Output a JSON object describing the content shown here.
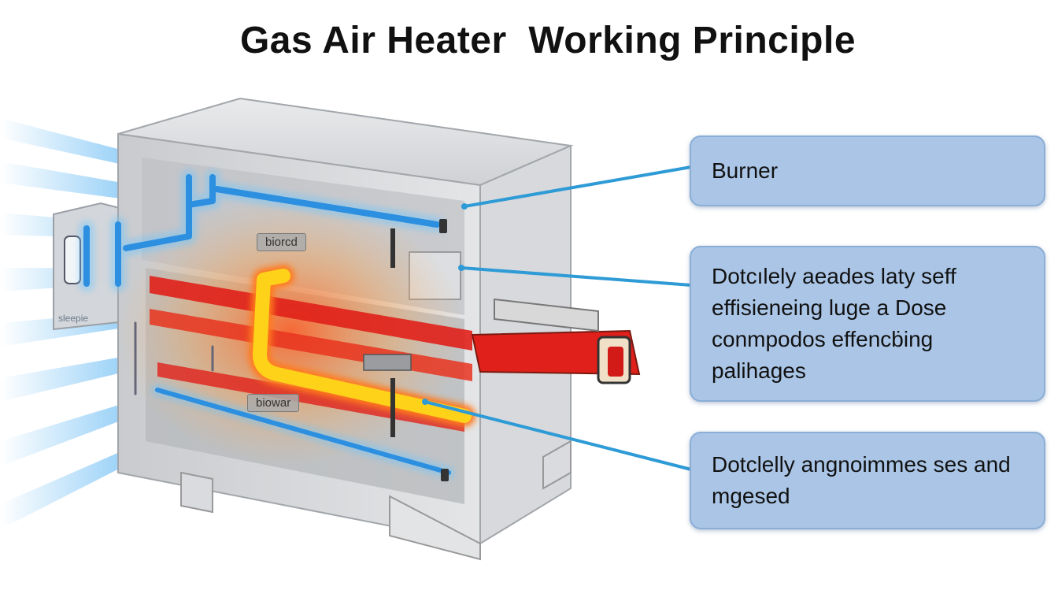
{
  "title": "Gas Air Heater  Working Principle",
  "labels": {
    "burner_chip": "biorcd",
    "blower_chip": "biowar",
    "side_panel": "sleepie"
  },
  "callouts": [
    {
      "text": "Burner"
    },
    {
      "text": "Dotcılely aeades laty seff effisieneing luge a Dose conmpodos effencḃing palihages"
    },
    {
      "text": "Dotclelly angnoimmes ses and mgesed"
    }
  ],
  "colors": {
    "callout_fill": "#aac5e6",
    "leader_line": "#2e9bd6",
    "flame_red": "#e0201a",
    "flame_yellow": "#ffd21a",
    "air_blue": "#3aa6f0"
  }
}
